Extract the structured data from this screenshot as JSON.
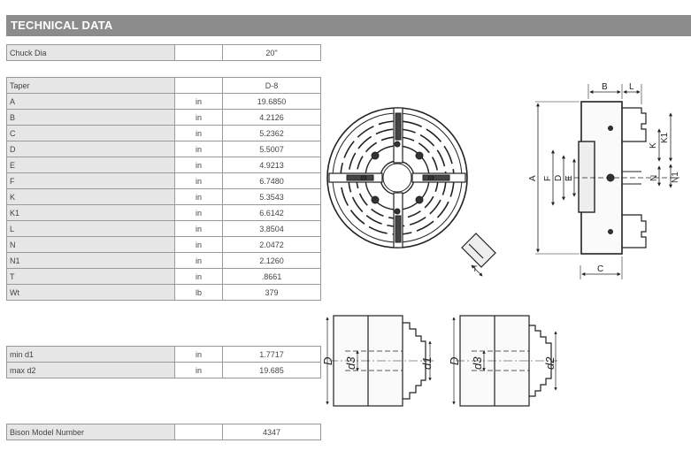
{
  "header": {
    "title": "TECHNICAL DATA"
  },
  "chuck": {
    "label": "Chuck Dia",
    "value": "20\""
  },
  "specs": [
    {
      "label": "Taper",
      "unit": "",
      "value": "D-8"
    },
    {
      "label": "A",
      "unit": "in",
      "value": "19.6850"
    },
    {
      "label": "B",
      "unit": "in",
      "value": "4.2126"
    },
    {
      "label": "C",
      "unit": "in",
      "value": "5.2362"
    },
    {
      "label": "D",
      "unit": "in",
      "value": "5.5007"
    },
    {
      "label": "E",
      "unit": "in",
      "value": "4.9213"
    },
    {
      "label": "F",
      "unit": "in",
      "value": "6.7480"
    },
    {
      "label": "K",
      "unit": "in",
      "value": "5.3543"
    },
    {
      "label": "K1",
      "unit": "in",
      "value": "6.6142"
    },
    {
      "label": "L",
      "unit": "in",
      "value": "3.8504"
    },
    {
      "label": "N",
      "unit": "in",
      "value": "2.0472"
    },
    {
      "label": "N1",
      "unit": "in",
      "value": "2.1260"
    },
    {
      "label": "T",
      "unit": "in",
      "value": ".8661"
    },
    {
      "label": "Wt",
      "unit": "lb",
      "value": "379"
    }
  ],
  "capacity": [
    {
      "label": "min d1",
      "unit": "in",
      "value": "1.7717"
    },
    {
      "label": "max d2",
      "unit": "in",
      "value": "19.685"
    }
  ],
  "model": {
    "label": "Bison Model Number",
    "value": "4347"
  },
  "drawing_labels": {
    "B": "B",
    "L": "L",
    "K": "K",
    "K1": "K1",
    "A": "A",
    "F": "F",
    "D": "D",
    "E": "E",
    "N": "N",
    "N1": "N1",
    "C": "C",
    "T": "T",
    "D_left": "D",
    "d3_left": "d3",
    "d1": "d1",
    "D_right": "D",
    "d3_right": "d3",
    "d2": "d2"
  }
}
